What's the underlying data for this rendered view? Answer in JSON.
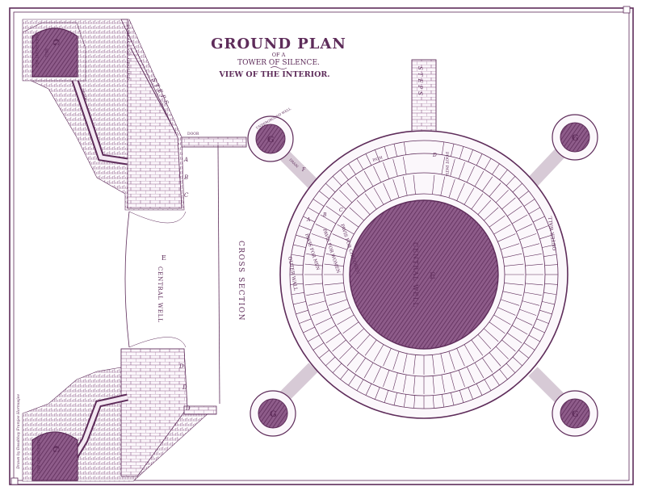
{
  "title": {
    "line1": "GROUND PLAN",
    "line2": "OF A",
    "line3": "TOWER OF SILENCE.",
    "line4": "VIEW OF THE INTERIOR."
  },
  "section": {
    "surface_label": "SURFACE OF GROUND",
    "steps_label": "STEPS",
    "door_label": "DOOR",
    "cross_section_label": "CROSS SECTION",
    "well_letter": "E",
    "well_label": "CENTRAL WELL",
    "letters": [
      "A",
      "B",
      "C",
      "D",
      "D",
      "D"
    ],
    "drain_label": "DRAIN",
    "upper_well_label": "UNDERGROUND WELL",
    "lower_well_label": "UNDERGROUND WELL",
    "well_g": "G",
    "well_word": "WELL",
    "signature": "Drawn by\nDosabhoy Framjee\nHormusjee"
  },
  "plan": {
    "steps_label": "STEPS",
    "door_label": "DOOR",
    "foot_path": "FOOT PATH",
    "path_label": "PATH",
    "letter_d": "D",
    "letter_a": "A",
    "letter_b": "B",
    "letter_c": "C",
    "ring_a": "PAVIS FOR MEN",
    "ring_b": "PAVIS FOR WOMEN",
    "ring_c": "PAVIS FOR CHILDREN",
    "well_letter": "E",
    "well_label": "CENTRAL WELL",
    "outer_wall_left": "OUTER WALL",
    "outer_wall_right": "OUTER WALL",
    "tower_g": "G",
    "tower_label": "UNDERGROUND WELL",
    "drain_label": "DRAIN",
    "f_letter": "F"
  },
  "colors": {
    "ink": "#5e2c5a",
    "fill_dark": "#7d4a79",
    "fill_mid": "#a77ba3",
    "paper": "#ffffff"
  }
}
